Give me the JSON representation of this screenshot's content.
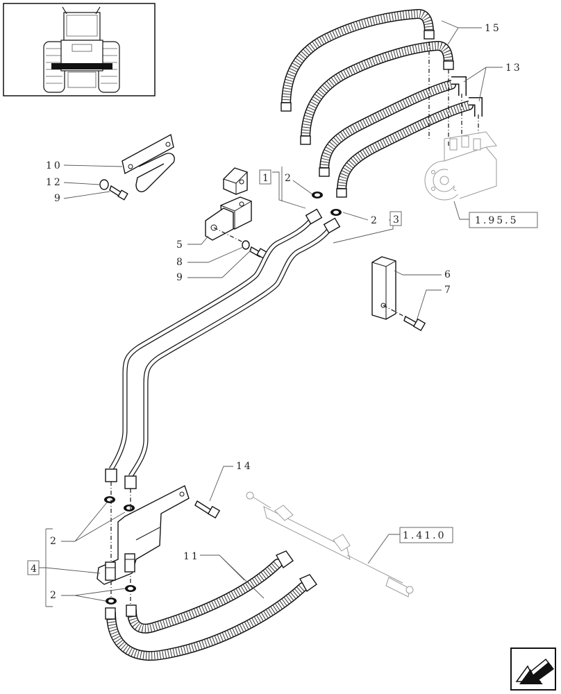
{
  "callouts": {
    "c15": "15",
    "c13": "13",
    "c10": "10",
    "c12": "12",
    "c9a": "9",
    "c1": "1",
    "c2a": "2",
    "c2b": "2",
    "c3": "3",
    "c5": "5",
    "c8": "8",
    "c9b": "9",
    "c6": "6",
    "c7": "7",
    "c14": "14",
    "c11": "11",
    "c2c": "2",
    "c2d": "2",
    "c4": "4"
  },
  "references": {
    "ref_195": "1.95.5",
    "ref_141": "1.41.0"
  },
  "icons": {
    "thumbnail": "tractor-rear-view-icon",
    "nav": "previous-page-arrow-icon"
  },
  "colors": {
    "line": "#111111",
    "reference": "#9a9a9a"
  }
}
